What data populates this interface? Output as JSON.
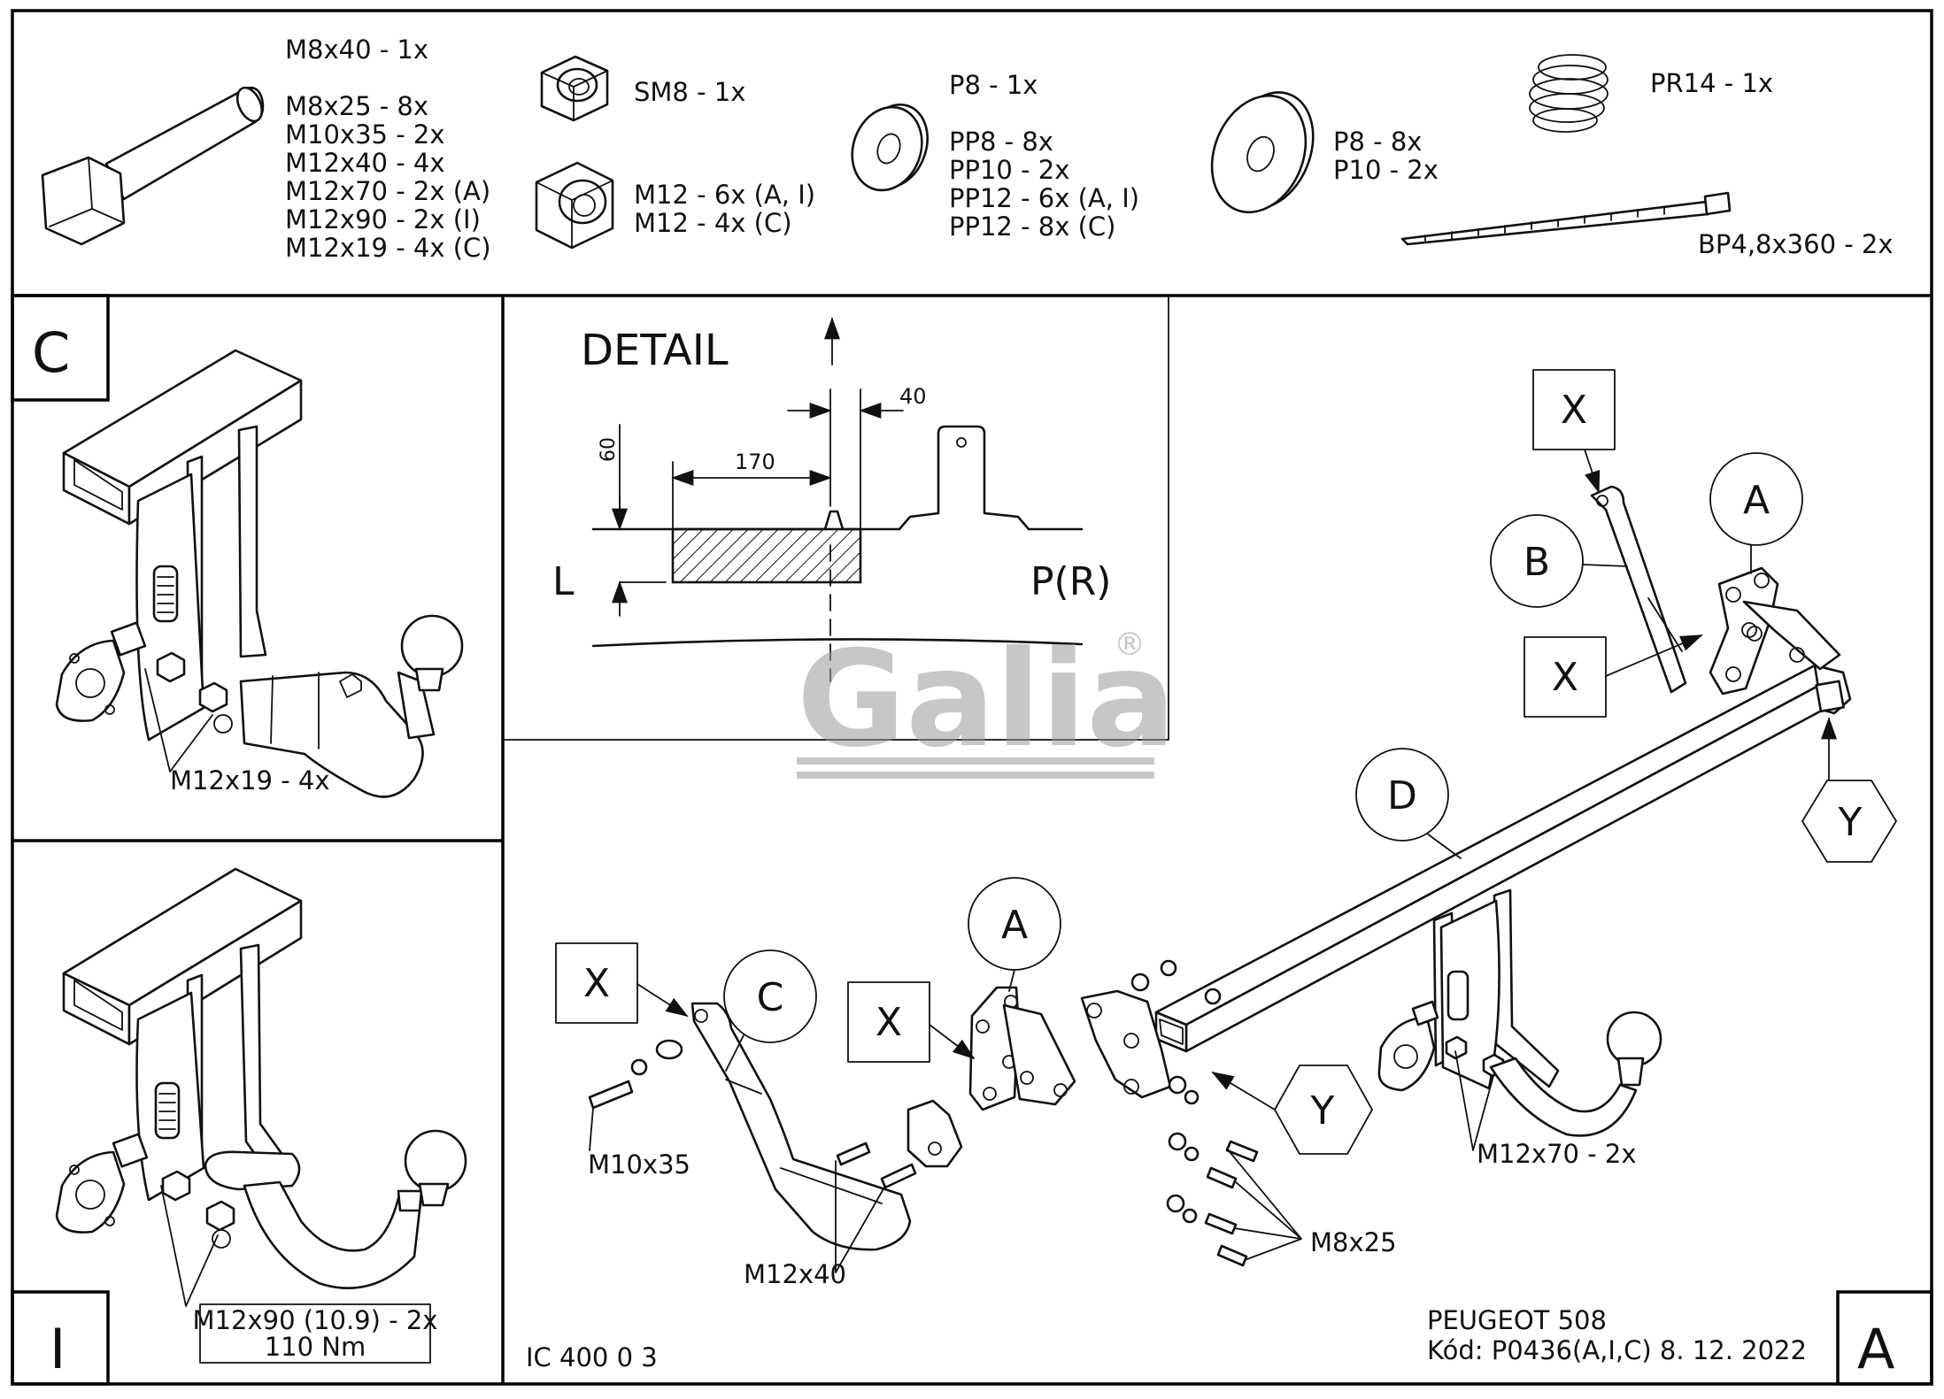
{
  "hardware": {
    "bolt_list": [
      "M8x40 - 1x",
      "M8x25 - 8x",
      "M10x35 - 2x",
      "M12x40 - 4x",
      "M12x70 - 2x (A)",
      "M12x90 - 2x (I)",
      "M12x19 - 4x (C)"
    ],
    "self_lock_nut": "SM8 - 1x",
    "nut_list": [
      "M12 - 6x (A, I)",
      "M12 - 4x (C)"
    ],
    "washer_small_list": [
      "P8 - 1x",
      "PP8 - 8x",
      "PP10 - 2x",
      "PP12 - 6x (A, I)",
      "PP12 - 8x (C)"
    ],
    "washer_large_list": [
      "P8 - 8x",
      "P10 - 2x"
    ],
    "spring": "PR14 - 1x",
    "cable_tie": "BP4,8x360 - 2x"
  },
  "panel_c": {
    "letter": "C",
    "bolt_label": "M12x19 - 4x"
  },
  "panel_i": {
    "letter": "I",
    "bolt_label_line1": "M12x90 (10.9) - 2x",
    "bolt_label_line2": "110 Nm"
  },
  "detail": {
    "title": "DETAIL",
    "dim_60": "60",
    "dim_170": "170",
    "dim_40": "40",
    "left_label": "L",
    "right_label": "P(R)"
  },
  "watermark": {
    "text": "Galia",
    "mark": "®"
  },
  "main": {
    "letter": "A",
    "callouts": {
      "x1": "X",
      "x2": "X",
      "x3": "X",
      "x4": "X",
      "a1": "A",
      "a2": "A",
      "b": "B",
      "c": "C",
      "d": "D",
      "y1": "Y",
      "y2": "Y"
    },
    "labels": {
      "m10x35": "M10x35",
      "m12x40": "M12x40",
      "m8x25": "M8x25",
      "m12x70": "M12x70 - 2x"
    },
    "doc_code": "IC 400 0 3",
    "vehicle": "PEUGEOT 508",
    "kod": "Kód: P0436(A,I,C)  8. 12. 2022"
  }
}
